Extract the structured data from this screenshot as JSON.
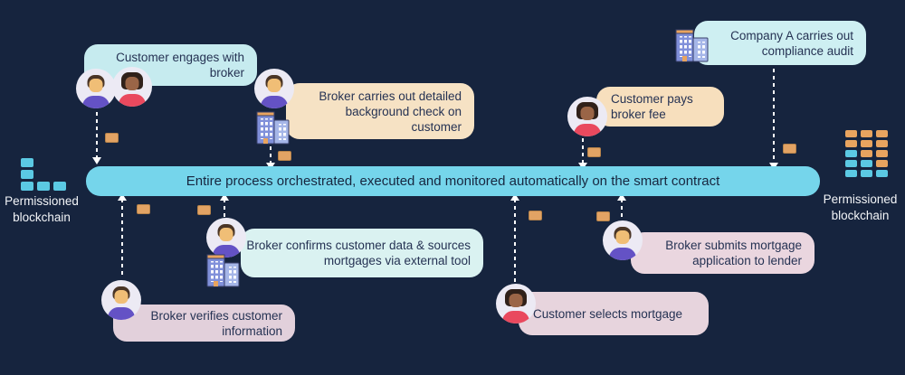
{
  "colors": {
    "background": "#16243E",
    "bar": "#75D5EB",
    "bubble_cyan": "#C6EBEF",
    "bubble_cyan_pale": "#DAF2F1",
    "bubble_peach": "#F6E2C4",
    "bubble_mauve": "#E2D0DB",
    "chip_orange": "#E2A364",
    "pixel_cyan": "#5BC9E3",
    "pixel_orange": "#E8A45F"
  },
  "bar": {
    "text": "Entire process orchestrated, executed and monitored automatically on the smart contract"
  },
  "left_blockchain": {
    "label_lines": [
      "Permissioned",
      "blockchain"
    ],
    "pixels": {
      "rows": [
        [
          "c",
          "",
          ""
        ],
        [
          "c",
          "",
          ""
        ],
        [
          "c",
          "c",
          "c"
        ]
      ]
    }
  },
  "right_blockchain": {
    "label_lines": [
      "Permissioned",
      "blockchain"
    ],
    "pixels": {
      "rows": [
        [
          "o",
          "o",
          "o"
        ],
        [
          "o",
          "o",
          "o"
        ],
        [
          "c",
          "o",
          "o"
        ],
        [
          "c",
          "c",
          "o"
        ],
        [
          "c",
          "c",
          "c"
        ]
      ]
    }
  },
  "bubbles": {
    "customer_engages": {
      "lines": [
        "Customer engages with",
        "broker"
      ]
    },
    "broker_background": {
      "lines": [
        "Broker carries out detailed",
        "background check on",
        "customer"
      ]
    },
    "customer_pays": {
      "lines": [
        "Customer pays",
        "broker fee"
      ]
    },
    "company_audit": {
      "lines": [
        "Company A carries out",
        "compliance audit"
      ]
    },
    "broker_confirms": {
      "lines": [
        "Broker confirms customer data & sources",
        "mortgages via external tool"
      ]
    },
    "broker_verifies": {
      "lines": [
        "Broker verifies customer",
        "information"
      ]
    },
    "customer_selects": {
      "lines": [
        "Customer selects mortgage"
      ]
    },
    "broker_submits": {
      "lines": [
        "Broker submits mortgage",
        "application to lender"
      ]
    }
  }
}
